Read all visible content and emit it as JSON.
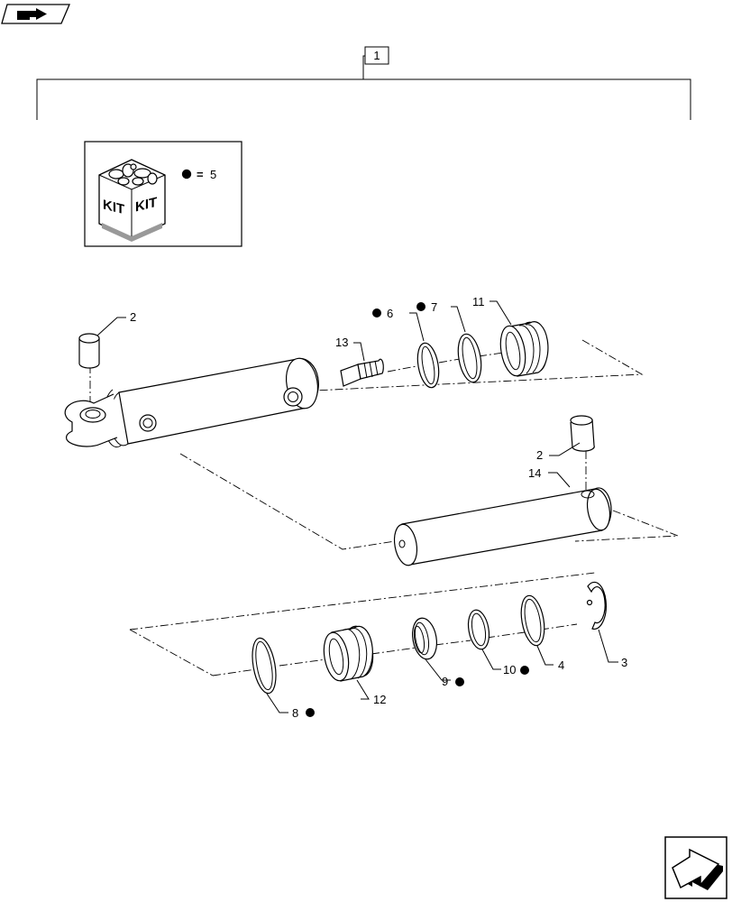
{
  "diagram": {
    "assembly_callout": "1",
    "kit_legend": {
      "box_text_1": "KIT",
      "box_text_2": "KIT",
      "equals": "=",
      "number": "5"
    },
    "callouts": [
      {
        "id": "c2a",
        "text": "2",
        "marker": false
      },
      {
        "id": "c13",
        "text": "13",
        "marker": false
      },
      {
        "id": "c6",
        "text": "6",
        "marker": true
      },
      {
        "id": "c7",
        "text": "7",
        "marker": true
      },
      {
        "id": "c11",
        "text": "11",
        "marker": false
      },
      {
        "id": "c2b",
        "text": "2",
        "marker": false
      },
      {
        "id": "c14",
        "text": "14",
        "marker": false
      },
      {
        "id": "c3",
        "text": "3",
        "marker": false
      },
      {
        "id": "c4",
        "text": "4",
        "marker": false
      },
      {
        "id": "c10",
        "text": "10",
        "marker": true
      },
      {
        "id": "c9",
        "text": "9",
        "marker": true
      },
      {
        "id": "c12",
        "text": "12",
        "marker": false
      },
      {
        "id": "c8",
        "text": "8",
        "marker": true
      }
    ]
  },
  "icons": {
    "top_left": "back-arrow-icon",
    "bottom_right": "next-page-arrow-icon"
  }
}
